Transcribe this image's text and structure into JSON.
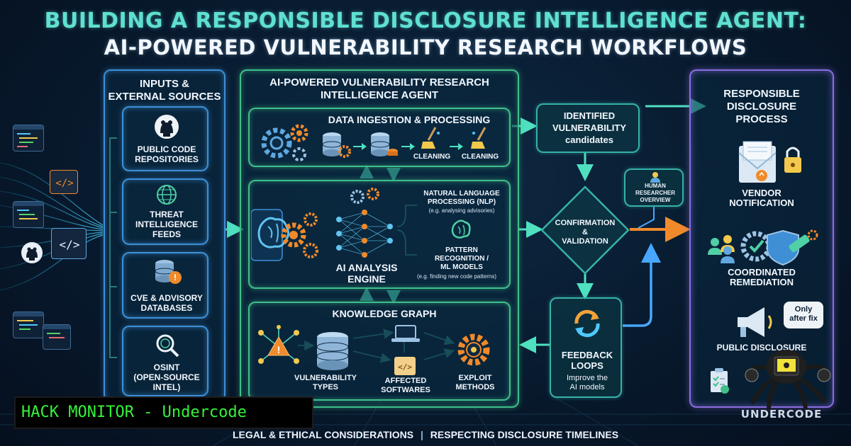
{
  "title": {
    "line1": "BUILDING A RESPONSIBLE DISCLOSURE INTELLIGENCE AGENT:",
    "line2": "AI-POWERED VULNERABILITY RESEARCH WORKFLOWS"
  },
  "inputs": {
    "title_line1": "INPUTS &",
    "title_line2": "EXTERNAL SOURCES",
    "items": [
      {
        "line1": "PUBLIC CODE",
        "line2": "REPOSITORIES",
        "line3": "",
        "icon": "github-icon"
      },
      {
        "line1": "THREAT",
        "line2": "INTELLIGENCE",
        "line3": "FEEDS",
        "icon": "globe-icon"
      },
      {
        "line1": "CVE & ADVISORY",
        "line2": "DATABASES",
        "line3": "",
        "icon": "database-warning-icon"
      },
      {
        "line1": "OSINT",
        "line2": "(OPEN-SOURCE",
        "line3": "INTEL)",
        "icon": "magnifier-icon"
      }
    ]
  },
  "agent": {
    "title_line1": "AI-POWERED VULNERABILITY RESEARCH",
    "title_line2": "INTELLIGENCE AGENT",
    "ingestion": {
      "title": "DATA INGESTION & PROCESSING",
      "cleaning1": "CLEANING",
      "cleaning2": "CLEANING"
    },
    "engine": {
      "label_line1": "AI ANALYSIS",
      "label_line2": "ENGINE",
      "nlp_line1": "NATURAL LANGUAGE",
      "nlp_line2": "PROCESSING (NLP)",
      "nlp_note": "(e.g. analysing advisories)",
      "pattern_line1": "PATTERN",
      "pattern_line2": "RECOGNITION /",
      "pattern_line3": "ML MODELS",
      "pattern_note": "(e.g. finding new code patterns)"
    },
    "knowledge": {
      "title": "KNOWLEDGE GRAPH",
      "vuln_line1": "VULNERABILITY",
      "vuln_line2": "TYPES",
      "affected_line1": "AFFECTED",
      "affected_line2": "SOFTWARES",
      "exploit_line1": "EXPLOIT",
      "exploit_line2": "METHODS"
    }
  },
  "identified": {
    "line1": "IDENTIFIED",
    "line2": "VULNERABILITY",
    "line3": "candidates"
  },
  "human": {
    "line1": "HUMAN",
    "line2": "RESEARCHER",
    "line3": "OVERVIEW"
  },
  "confirmation": {
    "line1": "CONFIRMATION",
    "line2": "&",
    "line3": "VALIDATION"
  },
  "feedback": {
    "line1": "FEEDBACK",
    "line2": "LOOPS",
    "line3": "Improve the",
    "line4": "AI models"
  },
  "disclosure": {
    "title_line1": "RESPONSIBLE",
    "title_line2": "DISCLOSURE",
    "title_line3": "PROCESS",
    "vendor_line1": "VENDOR",
    "vendor_line2": "NOTIFICATION",
    "remediation_line1": "COORDINATED",
    "remediation_line2": "REMEDIATION",
    "only_line1": "Only",
    "only_line2": "after fix",
    "public_label": "PUBLIC DISCLOSURE"
  },
  "footer": {
    "left": "LEGAL & ETHICAL CONSIDERATIONS",
    "separator": "|",
    "right": "RESPECTING DISCLOSURE TIMELINES"
  },
  "badge": {
    "text": "HACK MONITOR - Undercode"
  },
  "logo": {
    "text": "UNDERCODE"
  },
  "colors": {
    "accent_teal": "#5fe0d0",
    "panel_blue": "#3e8fd6",
    "panel_green": "#3fbf8a",
    "panel_purple": "#8a6de0",
    "arrow_orange": "#f08a2a",
    "badge_green": "#35f23a"
  }
}
